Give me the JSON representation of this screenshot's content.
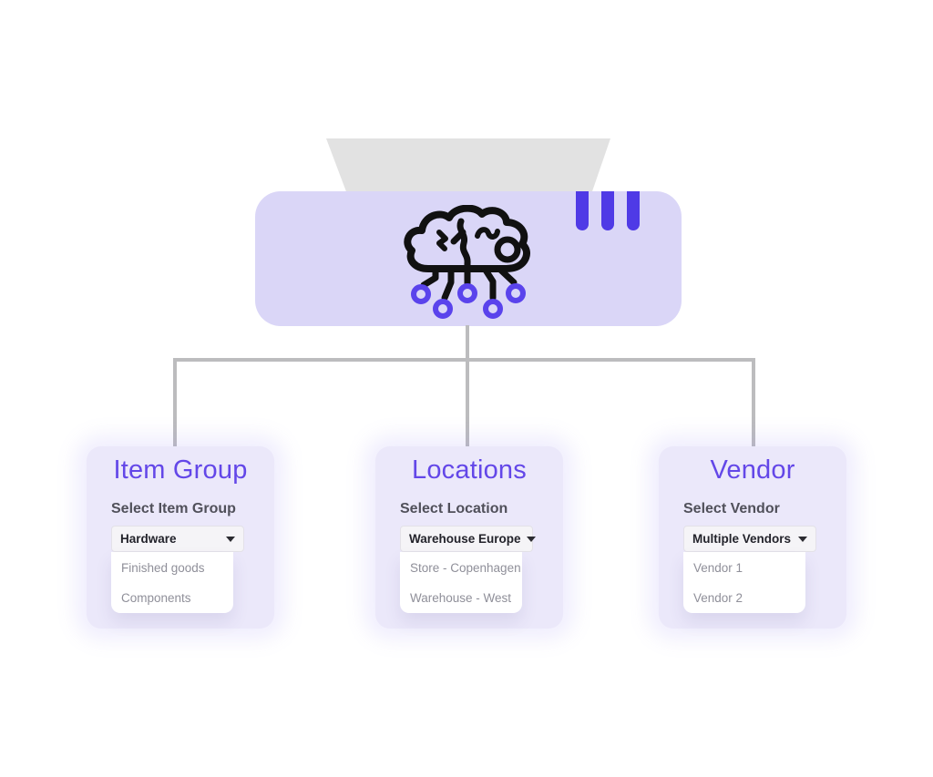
{
  "hub": {
    "icon": "cloud-circuit-icon",
    "box_color": "#dad6f7",
    "bar_color": "#4f3ae6",
    "node_ring_color": "#5a43ec",
    "funnel_color": "#e2e2e2"
  },
  "connectors": {
    "color": "#bcbcbe"
  },
  "accent": {
    "title_color": "#6347e8"
  },
  "cards": [
    {
      "title": "Item Group",
      "label": "Select Item Group",
      "selected": "Hardware",
      "options": [
        "Finished goods",
        "Components"
      ]
    },
    {
      "title": "Locations",
      "label": "Select Location",
      "selected": "Warehouse Europe",
      "options": [
        "Store - Copenhagen",
        "Warehouse - West"
      ]
    },
    {
      "title": "Vendor",
      "label": "Select Vendor",
      "selected": "Multiple Vendors",
      "options": [
        "Vendor 1",
        "Vendor 2"
      ]
    }
  ]
}
